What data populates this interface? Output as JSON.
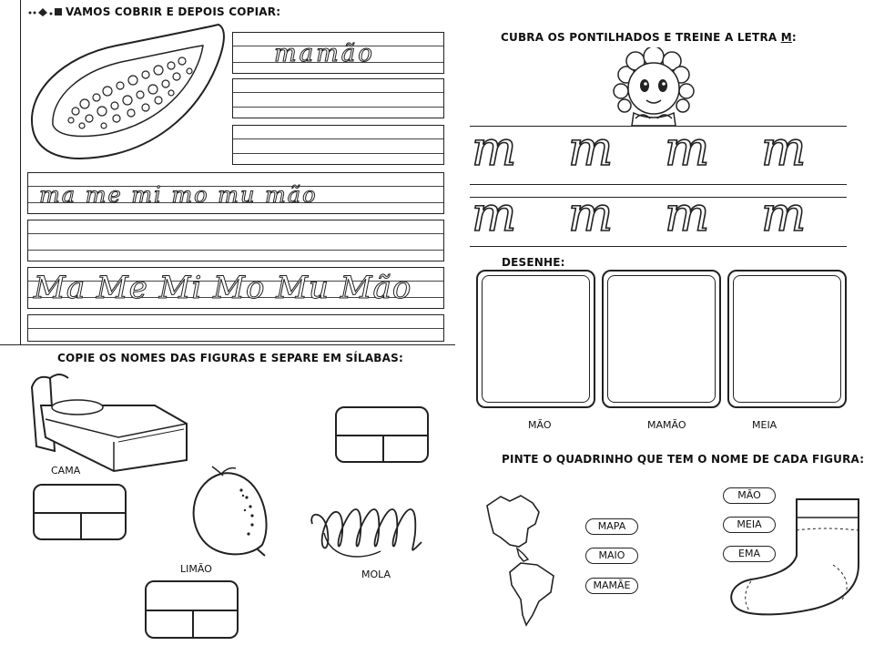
{
  "left": {
    "title": "VAMOS COBRIR E DEPOIS COPIAR:",
    "trace_word": "mamão",
    "trace_syllables_lower": "ma me mi mo mu mão",
    "trace_syllables_upper": "Ma Me Mi Mo Mu Mão",
    "copy_title": "COPIE OS NOMES DAS FIGURAS E SEPARE EM SÍLABAS:",
    "figures": [
      {
        "label": "CAMA",
        "icon": "bed-icon"
      },
      {
        "label": "LIMÃO",
        "icon": "lemon-icon"
      },
      {
        "label": "MOLA",
        "icon": "spring-icon"
      }
    ]
  },
  "right": {
    "trace_title_prefix": "CUBRA OS PONTILHADOS E TREINE A LETRA ",
    "trace_letter": "M",
    "trace_title_suffix": ":",
    "letter_glyph": "m",
    "draw_title": "DESENHE:",
    "draw_labels": [
      "MÃO",
      "MAMÃO",
      "MEIA"
    ],
    "paint_title": "PINTE O QUADRINHO QUE TEM O NOME DE CADA FIGURA:",
    "map_options": [
      "MAPA",
      "MAIO",
      "MAMÃE"
    ],
    "sock_options": [
      "MÃO",
      "MEIA",
      "EMA"
    ]
  }
}
